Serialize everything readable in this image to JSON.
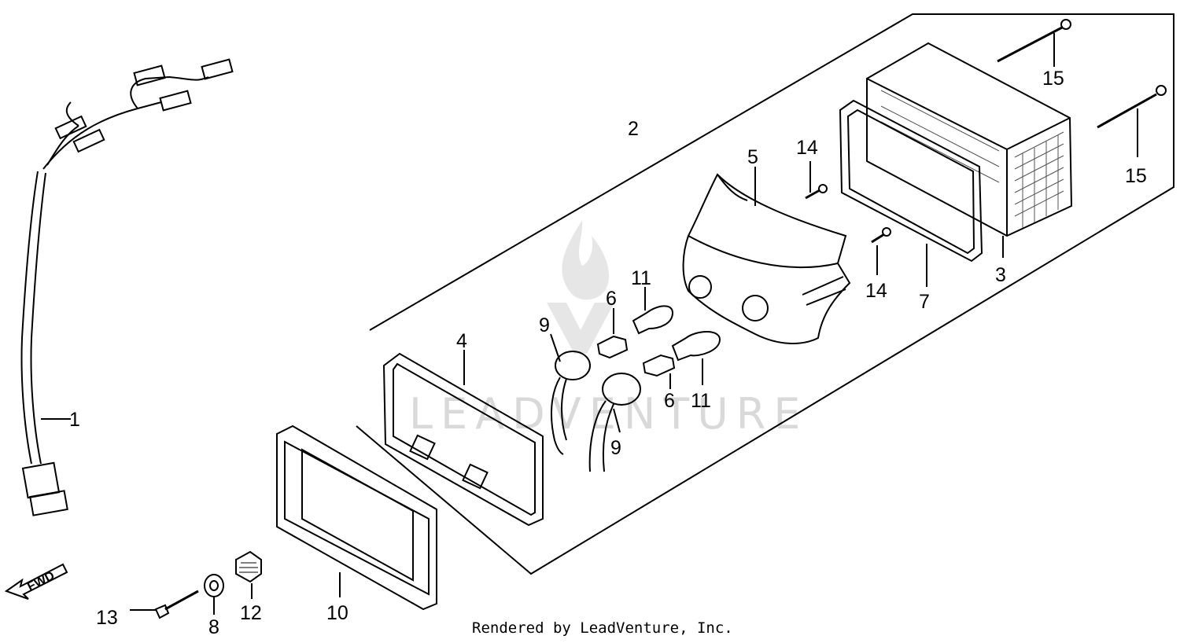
{
  "watermark": {
    "text": "LEADVENTURE"
  },
  "direction_marker": "FWD",
  "callouts": {
    "c1": "1",
    "c2": "2",
    "c3": "3",
    "c4": "4",
    "c5": "5",
    "c6a": "6",
    "c6b": "6",
    "c7": "7",
    "c8": "8",
    "c9a": "9",
    "c9b": "9",
    "c10": "10",
    "c11a": "11",
    "c11b": "11",
    "c12": "12",
    "c13": "13",
    "c14a": "14",
    "c14b": "14",
    "c15a": "15",
    "c15b": "15"
  },
  "footer": {
    "credit": "Rendered by LeadVenture, Inc."
  }
}
